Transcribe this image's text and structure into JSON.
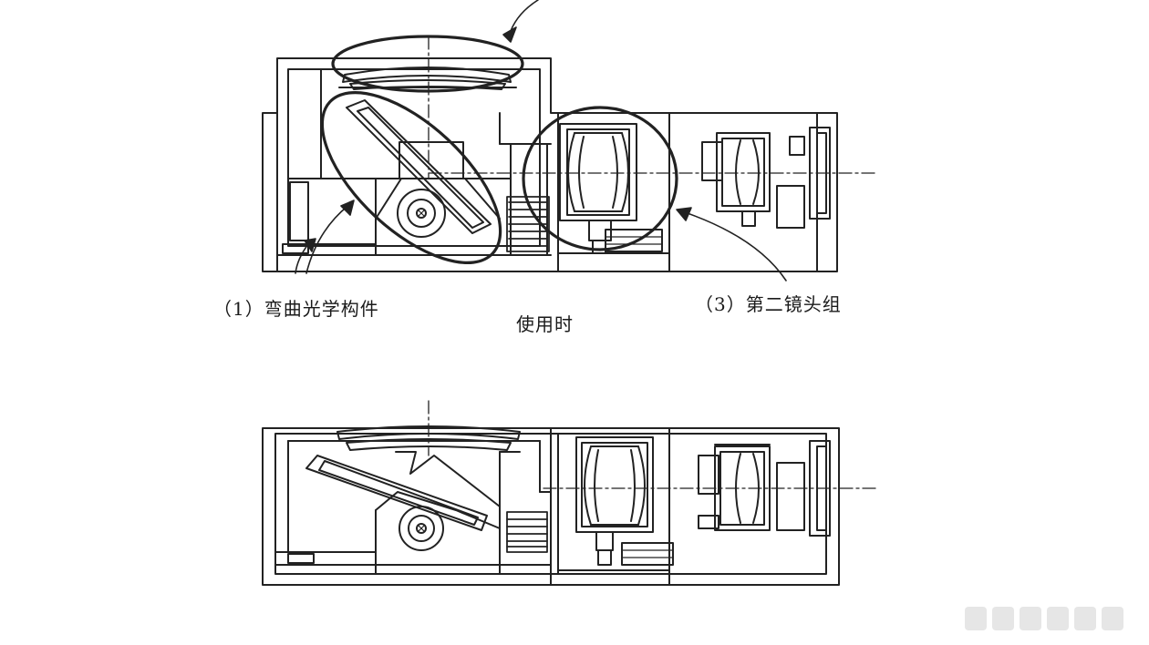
{
  "labels": {
    "bending_optics": "（1）弯曲光学构件",
    "second_lens_group": "（3）第二镜头组",
    "in_use": "使用时"
  },
  "colors": {
    "line": "#222222",
    "background": "#ffffff",
    "watermark": "#e6e6e6"
  }
}
